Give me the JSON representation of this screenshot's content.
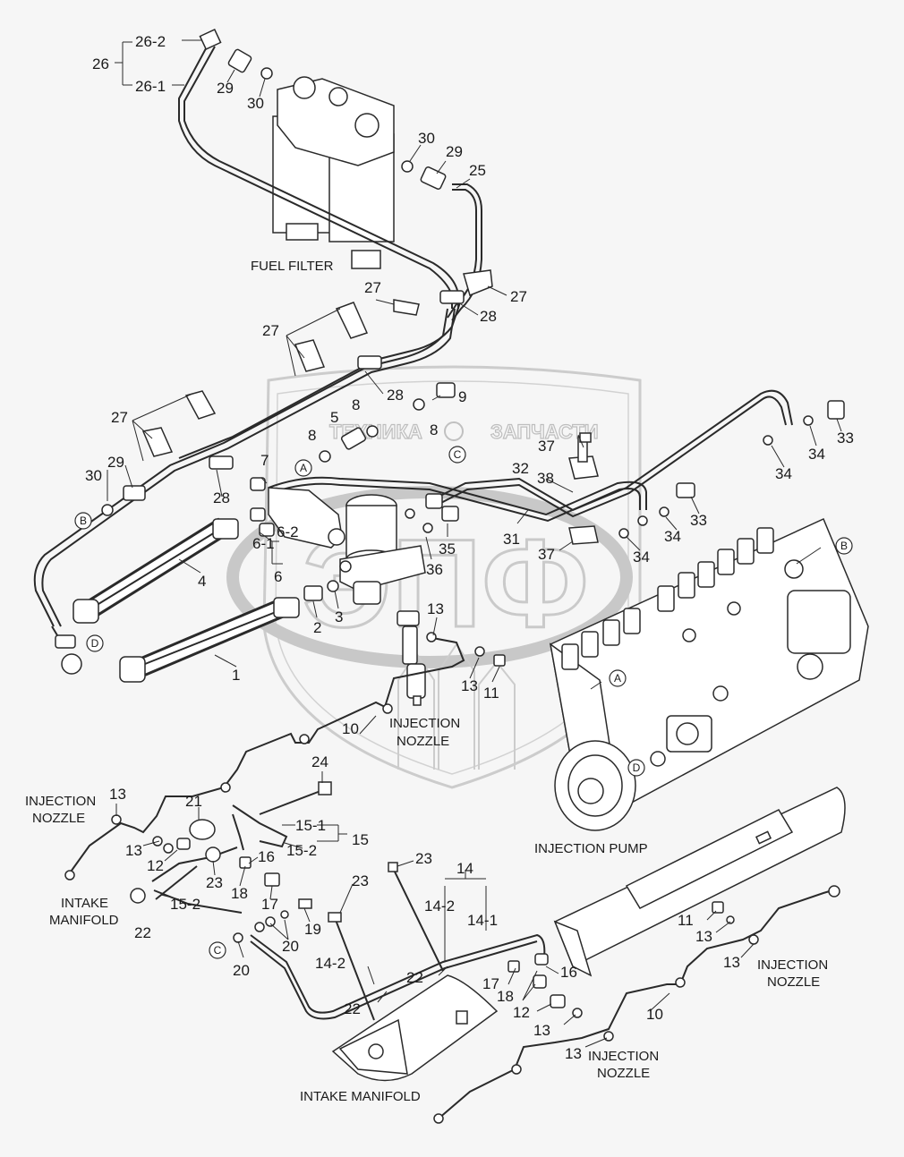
{
  "watermark": {
    "brand_top": "ТЕХНИКА",
    "brand_right": "ЗАПЧАСТИ",
    "logo": "ЭПФ"
  },
  "captions": {
    "fuel_filter": "FUEL FILTER",
    "injection_pump": "INJECTION PUMP",
    "intake_manifold": "INTAKE MANIFOLD",
    "intake_manifold_left_1": "INTAKE",
    "intake_manifold_left_2": "MANIFOLD",
    "injection_nozzle_1": "INJECTION",
    "injection_nozzle_2": "NOZZLE"
  },
  "ref_letters": [
    "A",
    "B",
    "C",
    "D"
  ],
  "labels": [
    {
      "id": "26",
      "text": "26"
    },
    {
      "id": "26-2",
      "text": "26-2"
    },
    {
      "id": "26-1",
      "text": "26-1"
    },
    {
      "id": "29a",
      "text": "29"
    },
    {
      "id": "30a",
      "text": "30"
    },
    {
      "id": "30b",
      "text": "30"
    },
    {
      "id": "29b",
      "text": "29"
    },
    {
      "id": "25",
      "text": "25"
    },
    {
      "id": "27a",
      "text": "27"
    },
    {
      "id": "27b",
      "text": "27"
    },
    {
      "id": "28a",
      "text": "28"
    },
    {
      "id": "27c",
      "text": "27"
    },
    {
      "id": "28b",
      "text": "28"
    },
    {
      "id": "27d",
      "text": "27"
    },
    {
      "id": "28c",
      "text": "28"
    },
    {
      "id": "29c",
      "text": "29"
    },
    {
      "id": "30c",
      "text": "30"
    },
    {
      "id": "9",
      "text": "9"
    },
    {
      "id": "8a",
      "text": "8"
    },
    {
      "id": "8b",
      "text": "8"
    },
    {
      "id": "5",
      "text": "5"
    },
    {
      "id": "8c",
      "text": "8"
    },
    {
      "id": "7",
      "text": "7"
    },
    {
      "id": "6-2",
      "text": "6-2"
    },
    {
      "id": "6-1",
      "text": "6-1"
    },
    {
      "id": "6",
      "text": "6"
    },
    {
      "id": "4",
      "text": "4"
    },
    {
      "id": "3",
      "text": "3"
    },
    {
      "id": "2",
      "text": "2"
    },
    {
      "id": "1",
      "text": "1"
    },
    {
      "id": "32",
      "text": "32"
    },
    {
      "id": "38",
      "text": "38"
    },
    {
      "id": "37a",
      "text": "37"
    },
    {
      "id": "31",
      "text": "31"
    },
    {
      "id": "35",
      "text": "35"
    },
    {
      "id": "36",
      "text": "36"
    },
    {
      "id": "37b",
      "text": "37"
    },
    {
      "id": "33a",
      "text": "33"
    },
    {
      "id": "34a",
      "text": "34"
    },
    {
      "id": "34b",
      "text": "34"
    },
    {
      "id": "33b",
      "text": "33"
    },
    {
      "id": "34c",
      "text": "34"
    },
    {
      "id": "34d",
      "text": "34"
    },
    {
      "id": "13a",
      "text": "13"
    },
    {
      "id": "13b",
      "text": "13"
    },
    {
      "id": "11a",
      "text": "11"
    },
    {
      "id": "10a",
      "text": "10"
    },
    {
      "id": "24",
      "text": "24"
    },
    {
      "id": "13c",
      "text": "13"
    },
    {
      "id": "21",
      "text": "21"
    },
    {
      "id": "15-1",
      "text": "15-1"
    },
    {
      "id": "15",
      "text": "15"
    },
    {
      "id": "15-2a",
      "text": "15-2"
    },
    {
      "id": "13d",
      "text": "13"
    },
    {
      "id": "12a",
      "text": "12"
    },
    {
      "id": "23a",
      "text": "23"
    },
    {
      "id": "16a",
      "text": "16"
    },
    {
      "id": "18a",
      "text": "18"
    },
    {
      "id": "17a",
      "text": "17"
    },
    {
      "id": "15-2b",
      "text": "15-2"
    },
    {
      "id": "22a",
      "text": "22"
    },
    {
      "id": "19",
      "text": "19"
    },
    {
      "id": "20a",
      "text": "20"
    },
    {
      "id": "20b",
      "text": "20"
    },
    {
      "id": "23b",
      "text": "23"
    },
    {
      "id": "23c",
      "text": "23"
    },
    {
      "id": "14",
      "text": "14"
    },
    {
      "id": "14-2a",
      "text": "14-2"
    },
    {
      "id": "14-1",
      "text": "14-1"
    },
    {
      "id": "14-2b",
      "text": "14-2"
    },
    {
      "id": "22b",
      "text": "22"
    },
    {
      "id": "22c",
      "text": "22"
    },
    {
      "id": "17b",
      "text": "17"
    },
    {
      "id": "16b",
      "text": "16"
    },
    {
      "id": "18b",
      "text": "18"
    },
    {
      "id": "12b",
      "text": "12"
    },
    {
      "id": "13e",
      "text": "13"
    },
    {
      "id": "13f",
      "text": "13"
    },
    {
      "id": "11b",
      "text": "11"
    },
    {
      "id": "13g",
      "text": "13"
    },
    {
      "id": "13h",
      "text": "13"
    },
    {
      "id": "10b",
      "text": "10"
    }
  ]
}
